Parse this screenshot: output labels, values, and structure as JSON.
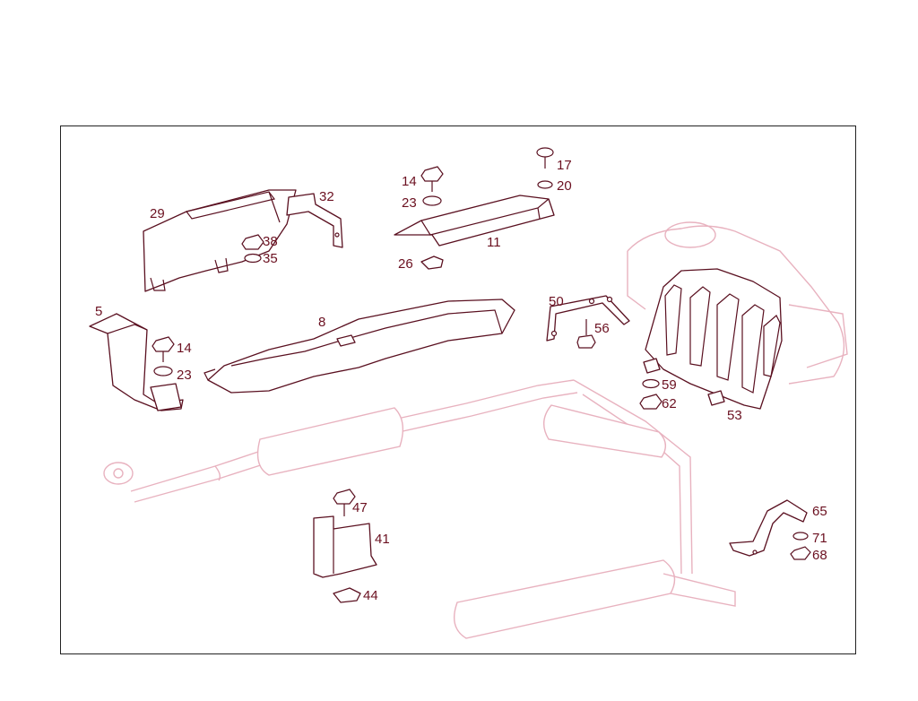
{
  "diagram": {
    "colors": {
      "line": "#5a1020",
      "label": "#6b1020",
      "ghost": "#e8b2bf",
      "frame": "#222222"
    },
    "callouts": [
      {
        "id": "29",
        "text": "29"
      },
      {
        "id": "32",
        "text": "32"
      },
      {
        "id": "38",
        "text": "38"
      },
      {
        "id": "35",
        "text": "35"
      },
      {
        "id": "14a",
        "text": "14"
      },
      {
        "id": "23a",
        "text": "23"
      },
      {
        "id": "17",
        "text": "17"
      },
      {
        "id": "20",
        "text": "20"
      },
      {
        "id": "11",
        "text": "11"
      },
      {
        "id": "26",
        "text": "26"
      },
      {
        "id": "5",
        "text": "5"
      },
      {
        "id": "14b",
        "text": "14"
      },
      {
        "id": "23b",
        "text": "23"
      },
      {
        "id": "8",
        "text": "8"
      },
      {
        "id": "50",
        "text": "50"
      },
      {
        "id": "56",
        "text": "56"
      },
      {
        "id": "59",
        "text": "59"
      },
      {
        "id": "62",
        "text": "62"
      },
      {
        "id": "53",
        "text": "53"
      },
      {
        "id": "47",
        "text": "47"
      },
      {
        "id": "41",
        "text": "41"
      },
      {
        "id": "44",
        "text": "44"
      },
      {
        "id": "65",
        "text": "65"
      },
      {
        "id": "71",
        "text": "71"
      },
      {
        "id": "68",
        "text": "68"
      }
    ]
  }
}
